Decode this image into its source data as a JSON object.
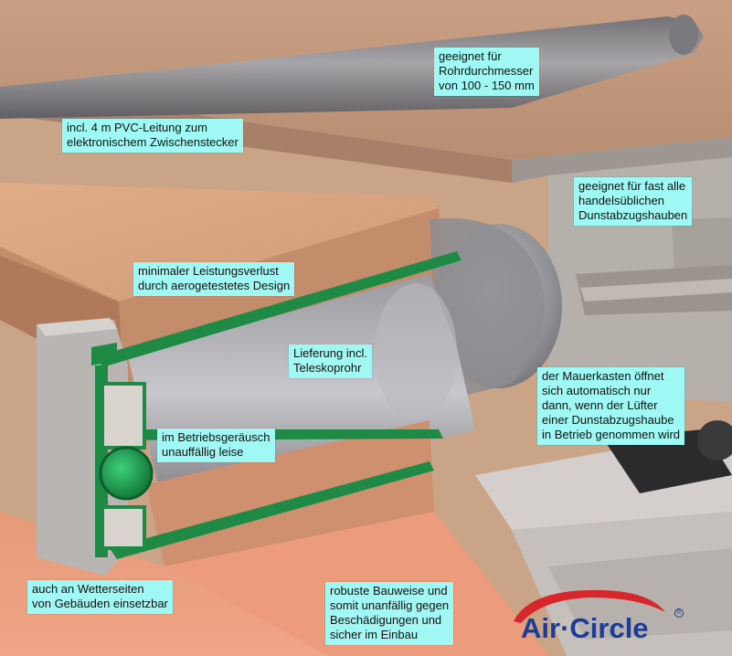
{
  "colors": {
    "callout_bg": "#9ff8f4",
    "brick": "#d4a07c",
    "pipe": "#8a8a8e",
    "frame_green": "#1f8a45",
    "logo_blue": "#1c3c95",
    "logo_red": "#d8262d"
  },
  "callouts": {
    "pipe_diameter": [
      "geeignet für",
      "Rohrdurchmesser",
      "von 100 - 150 mm"
    ],
    "pvc_cable": [
      "incl. 4 m PVC-Leitung zum",
      "elektronischem Zwischenstecker"
    ],
    "hoods": [
      "geeignet für fast alle",
      "handelsüblichen",
      "Dunstabzugshauben"
    ],
    "power_loss": [
      "minimaler Leistungsverlust",
      "durch aerogetestetes Design"
    ],
    "telescope": [
      "Lieferung incl.",
      "Teleskoprohr"
    ],
    "auto_open": [
      "der Mauerkasten öffnet",
      "sich automatisch nur",
      "dann, wenn der Lüfter",
      "einer Dunstabzugshaube",
      "in Betrieb genommen wird"
    ],
    "quiet": [
      "im Betriebsgeräusch",
      "unauffällig leise"
    ],
    "weather": [
      "auch an Wetterseiten",
      "von Gebäuden einsetzbar"
    ],
    "robust": [
      "robuste Bauweise und",
      "somit unanfällig gegen",
      "Beschädigungen und",
      "sicher im Einbau"
    ]
  },
  "logo": {
    "text": "Air·Circle",
    "icon": "arc-swoosh-icon"
  }
}
